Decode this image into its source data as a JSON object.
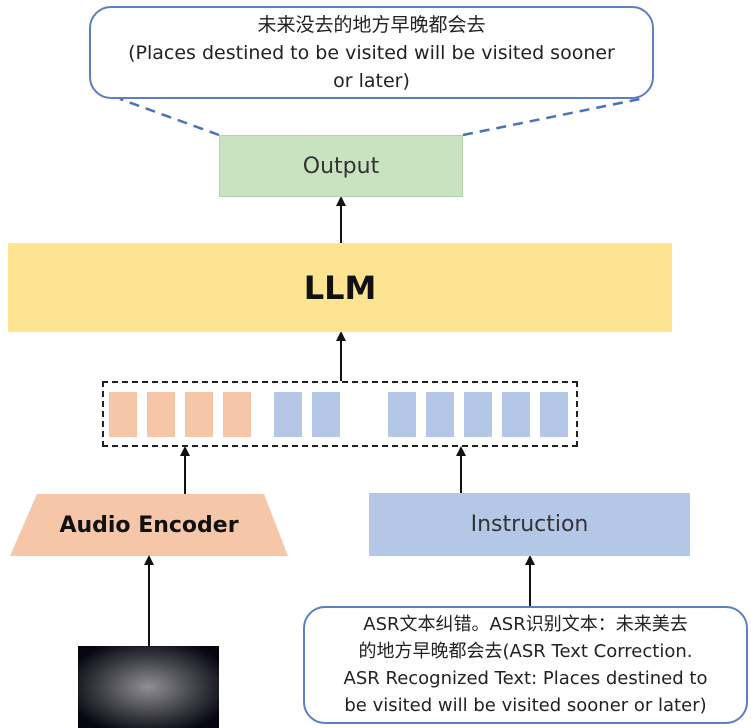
{
  "output_bubble": {
    "line1": "未来没去的地方早晚都会去",
    "line2": "(Places destined to be visited will be visited sooner",
    "line3": "or later)"
  },
  "output_box": {
    "label": "Output"
  },
  "llm_box": {
    "label": "LLM"
  },
  "tokens": {
    "audio_count": 4,
    "text_count": 7
  },
  "audio_encoder": {
    "label": "Audio Encoder"
  },
  "instruction_box": {
    "label": "Instruction"
  },
  "input_bubble": {
    "line1": "ASR文本纠错。ASR识别文本：未来美去",
    "line2": "的地方早晚都会去(ASR Text Correction.",
    "line3": "ASR Recognized Text: Places destined to",
    "line4": "be visited will be visited sooner or later)"
  },
  "colors": {
    "output_fill": "#c9e2c0",
    "llm_fill": "#fde490",
    "audio_token": "#f6c6a8",
    "text_token": "#b4c7e7",
    "bubble_border": "#5b7fc0"
  }
}
